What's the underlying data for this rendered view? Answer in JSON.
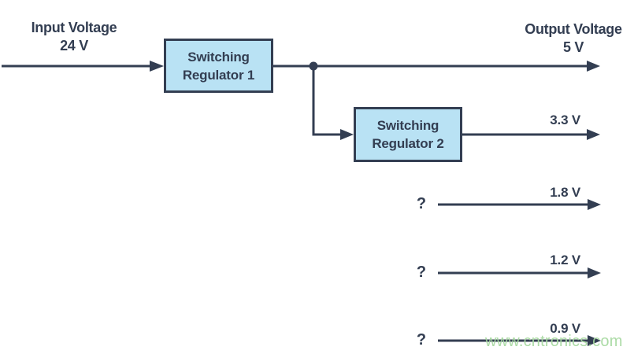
{
  "colors": {
    "line": "#333e52",
    "text": "#333e52",
    "box_fill": "#b9e2f4",
    "box_border": "#333e52",
    "watermark": "#a5d89f",
    "background": "#ffffff"
  },
  "input": {
    "label": "Input Voltage",
    "value": "24 V"
  },
  "output_header": {
    "label": "Output Voltage",
    "value": "5 V"
  },
  "blocks": [
    {
      "line1": "Switching",
      "line2": "Regulator 1"
    },
    {
      "line1": "Switching",
      "line2": "Regulator 2"
    }
  ],
  "rails": [
    {
      "voltage": "3.3 V",
      "source": ""
    },
    {
      "voltage": "1.8 V",
      "source": "?"
    },
    {
      "voltage": "1.2 V",
      "source": "?"
    },
    {
      "voltage": "0.9 V",
      "source": "?"
    }
  ],
  "watermark": "www.cntronics.com"
}
